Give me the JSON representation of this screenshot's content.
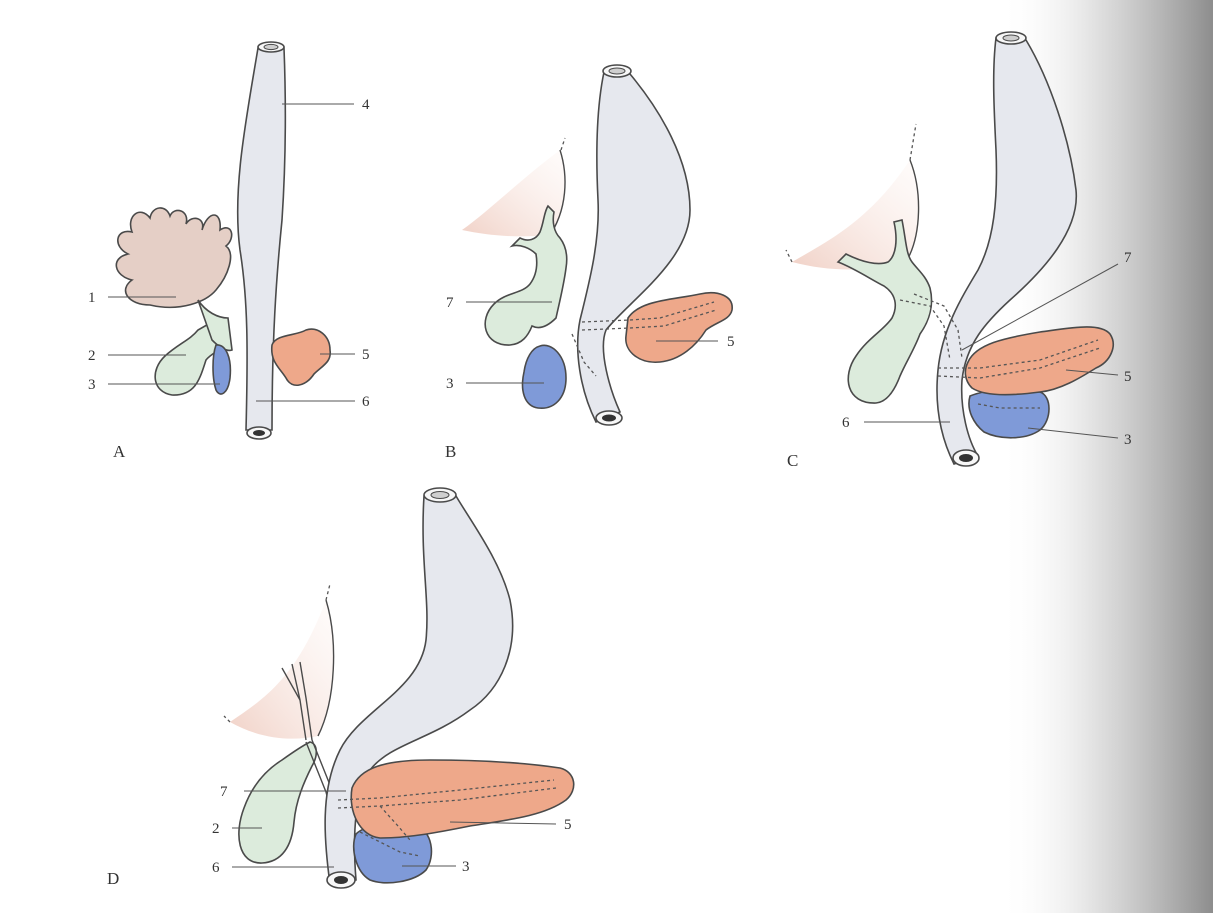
{
  "colors": {
    "background": "#ffffff",
    "gut": "#e6e8ee",
    "liver": "#e8cfc5",
    "gallbladder": "#dcebdc",
    "ventral_pancreas": "#7f9ad8",
    "dorsal_pancreas": "#eea88a",
    "outline": "#4a4a4a",
    "page_shadow": "#8d8d8d"
  },
  "panels": {
    "A": {
      "label": "A",
      "markers": {
        "1": "1",
        "2": "2",
        "3": "3",
        "4": "4",
        "5": "5",
        "6": "6"
      }
    },
    "B": {
      "label": "B",
      "markers": {
        "7": "7",
        "5": "5",
        "3": "3"
      }
    },
    "C": {
      "label": "C",
      "markers": {
        "7": "7",
        "5": "5",
        "6": "6",
        "3": "3"
      }
    },
    "D": {
      "label": "D",
      "markers": {
        "7": "7",
        "2": "2",
        "6": "6",
        "5": "5",
        "3": "3"
      }
    }
  }
}
